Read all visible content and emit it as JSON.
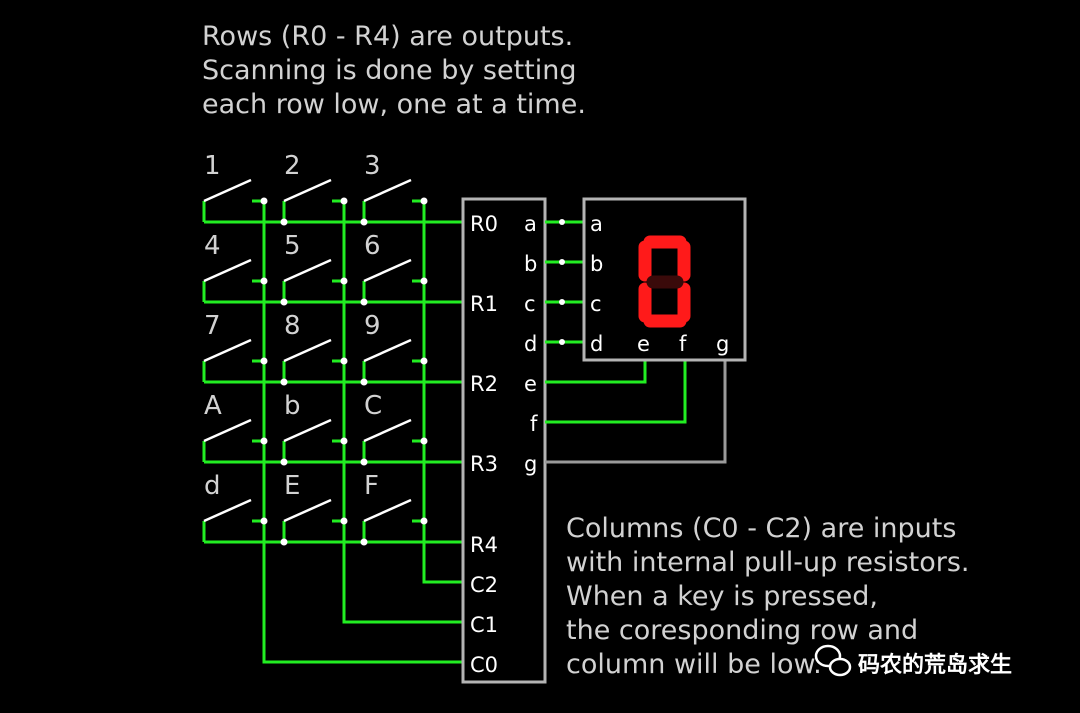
{
  "top_note": [
    "Rows (R0 - R4) are outputs.",
    "Scanning is done by setting",
    "each row low, one at a time."
  ],
  "bottom_note": [
    "Columns (C0 - C2) are inputs",
    "with internal pull-up resistors.",
    "When a key is pressed,",
    "the coresponding row and",
    "column will be low."
  ],
  "keypad": {
    "keys": [
      [
        "1",
        "2",
        "3"
      ],
      [
        "4",
        "5",
        "6"
      ],
      [
        "7",
        "8",
        "9"
      ],
      [
        "A",
        "b",
        "C"
      ],
      [
        "d",
        "E",
        "F"
      ]
    ]
  },
  "chip": {
    "left_pins": [
      "R0",
      "R1",
      "R2",
      "R3",
      "R4",
      "C2",
      "C1",
      "C0"
    ],
    "right_pins": [
      "a",
      "b",
      "c",
      "d",
      "e",
      "f",
      "g"
    ]
  },
  "display": {
    "left_pins": [
      "a",
      "b",
      "c",
      "d"
    ],
    "bottom_pins": [
      "e",
      "f",
      "g"
    ],
    "digit": "0",
    "segment_color": "#ff1a1a",
    "off_segment_color": "#3a0a0a"
  },
  "colors": {
    "wire": "#22ee22",
    "gray_wire": "#9a9a9a",
    "box": "#b4b4b4"
  },
  "watermark": {
    "text": "码农的荒岛求生",
    "icon": "wechat-icon"
  }
}
